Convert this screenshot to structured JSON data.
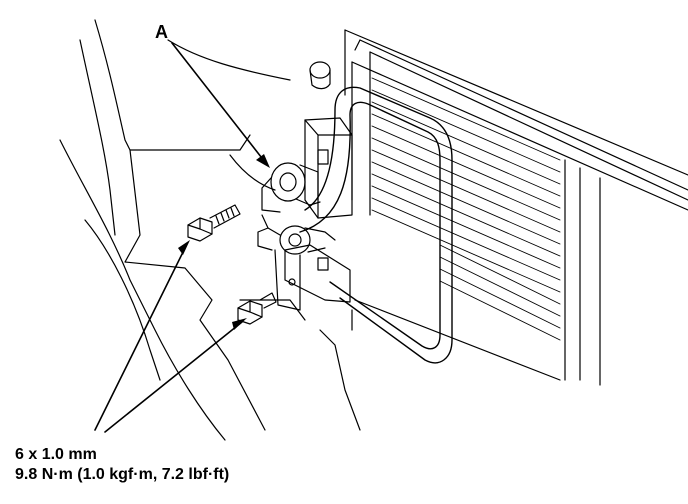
{
  "callout_a": "A",
  "fastener": {
    "size": "6 x 1.0 mm",
    "torque": "9.8 N·m (1.0 kgf·m, 7.2 lbf·ft)"
  },
  "colors": {
    "ink": "#000000",
    "paper": "#ffffff"
  }
}
